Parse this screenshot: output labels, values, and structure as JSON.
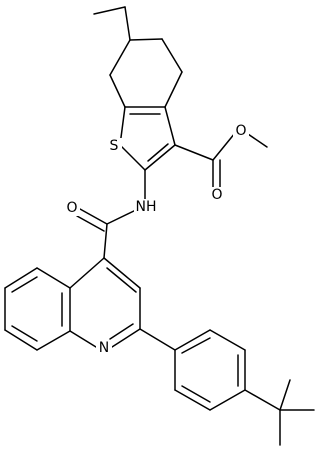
{
  "structure": {
    "atom_labels": {
      "sulfur": "S",
      "carbonyl_oxygen_ester": "O",
      "ester_oxygen": "O",
      "amide_nh": "NH",
      "amide_oxygen": "O",
      "quinoline_nitrogen": "N"
    }
  },
  "colors": {
    "bond": "#000000",
    "background": "#ffffff"
  }
}
